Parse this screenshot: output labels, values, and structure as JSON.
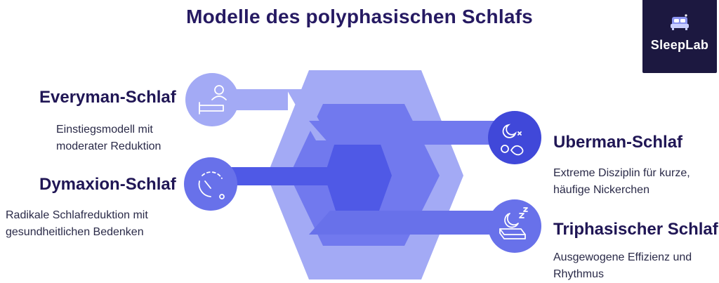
{
  "title": "Modelle des polyphasischen Schlafs",
  "logo": {
    "text": "SleepLab",
    "icon": "bed-icon"
  },
  "models": [
    {
      "id": "everyman",
      "name": "Everyman-Schlaf",
      "description": [
        "Einstiegsmodell mit",
        "moderater Reduktion"
      ],
      "icon": "person-lying-bed-icon"
    },
    {
      "id": "dymaxion",
      "name": "Dymaxion-Schlaf",
      "description": [
        "Radikale Schlafreduktion mit",
        "gesundheitlichen Bedenken"
      ],
      "icon": "clock-cycle-icon"
    },
    {
      "id": "uberman",
      "name": "Uberman-Schlaf",
      "description": [
        "Extreme Disziplin für kurze,",
        "häufige Nickerchen"
      ],
      "icon": "moon-sleep-icon"
    },
    {
      "id": "triphasic",
      "name": "Triphasischer Schlaf",
      "description": [
        "Ausgewogene Effizienz und",
        "Rhythmus"
      ],
      "icon": "moon-mattress-icon"
    }
  ],
  "colors": {
    "outer_hex": "#a3aaf5",
    "middle_hex": "#7179ee",
    "inner_hex": "#4f59e6",
    "node_light": "#a3aaf5",
    "node_mid": "#6871ea",
    "node_dark": "#4048d9",
    "title": "#261a62",
    "logo_bg": "#1c1840"
  }
}
